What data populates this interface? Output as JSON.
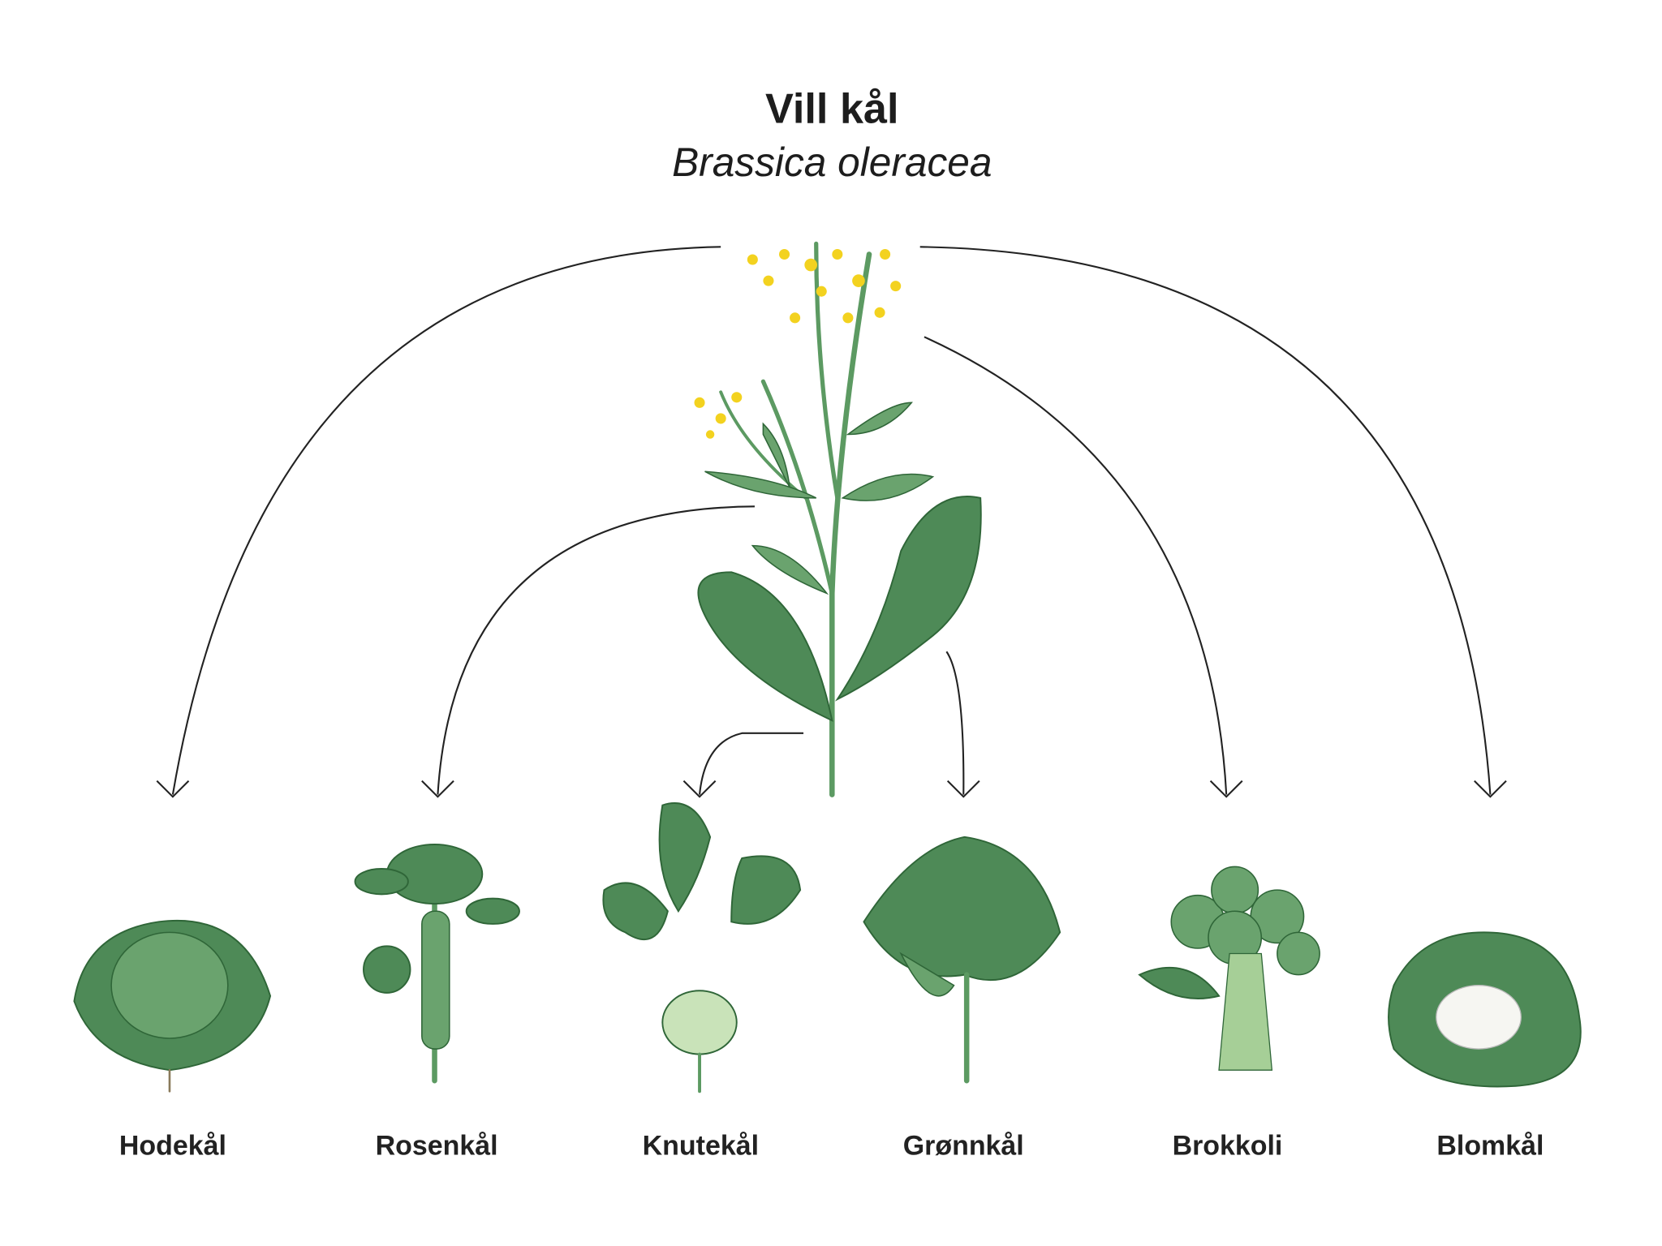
{
  "title": "Vill kål",
  "scientific_name": "Brassica oleracea",
  "varieties": [
    {
      "label": "Hodekål"
    },
    {
      "label": "Rosenkål"
    },
    {
      "label": "Knutekål"
    },
    {
      "label": "Grønnkål"
    },
    {
      "label": "Brokkoli"
    },
    {
      "label": "Blomkål"
    }
  ],
  "colors": {
    "leaf": "#4e8a57",
    "flower": "#f3d21f",
    "line": "#222222"
  }
}
